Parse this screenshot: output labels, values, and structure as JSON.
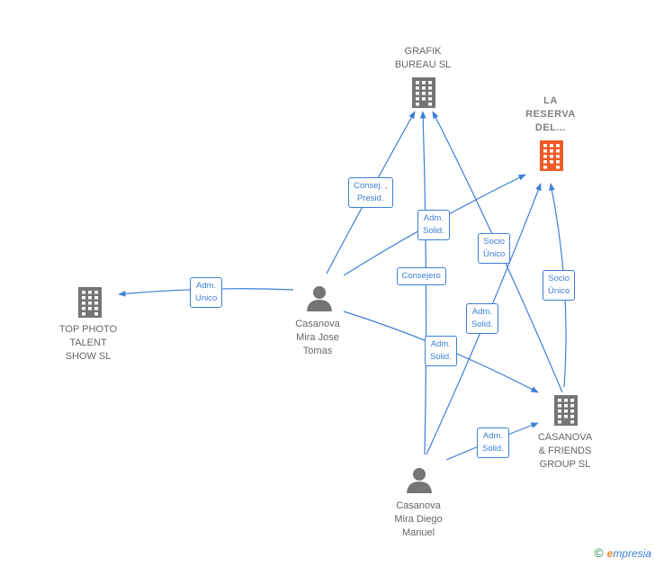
{
  "colors": {
    "edge": "#3d7fd6",
    "company": "#757575",
    "focus_company": "#f05a28",
    "person": "#757575"
  },
  "nodes": [
    {
      "id": "grafik",
      "type": "company",
      "icon": "building-icon",
      "label": "GRAFIK\nBUREAU  SL"
    },
    {
      "id": "reserva",
      "type": "company",
      "icon": "building-icon",
      "focus": true,
      "label": "LA\nRESERVA\nDEL..."
    },
    {
      "id": "topphoto",
      "type": "company",
      "icon": "building-icon",
      "label": "TOP PHOTO\nTALENT\nSHOW  SL"
    },
    {
      "id": "casanova_friends",
      "type": "company",
      "icon": "building-icon",
      "label": "CASANOVA\n& FRIENDS\nGROUP  SL"
    },
    {
      "id": "jose",
      "type": "person",
      "icon": "person-icon",
      "label": "Casanova\nMira Jose\nTomas"
    },
    {
      "id": "diego",
      "type": "person",
      "icon": "person-icon",
      "label": "Casanova\nMira Diego\nManuel"
    }
  ],
  "edges": [
    {
      "from": "jose",
      "to": "topphoto",
      "label": "Adm.\nUnico"
    },
    {
      "from": "jose",
      "to": "grafik",
      "label": "Consej. ,\nPresid."
    },
    {
      "from": "jose",
      "to": "reserva",
      "label": "Adm.\nSolid."
    },
    {
      "from": "jose",
      "to": "casanova_friends",
      "label": "Adm.\nSolid."
    },
    {
      "from": "diego",
      "to": "grafik",
      "label": "Consejero"
    },
    {
      "from": "diego",
      "to": "reserva",
      "label": "Adm.\nSolid."
    },
    {
      "from": "diego",
      "to": "casanova_friends",
      "label": "Adm.\nSolid."
    },
    {
      "from": "casanova_friends",
      "to": "grafik",
      "label": "Socio\nÚnico"
    },
    {
      "from": "casanova_friends",
      "to": "reserva",
      "label": "Socio\nÚnico"
    }
  ],
  "footer": {
    "copyright_symbol": "©",
    "brand_first": "e",
    "brand_rest": "mpresia"
  }
}
